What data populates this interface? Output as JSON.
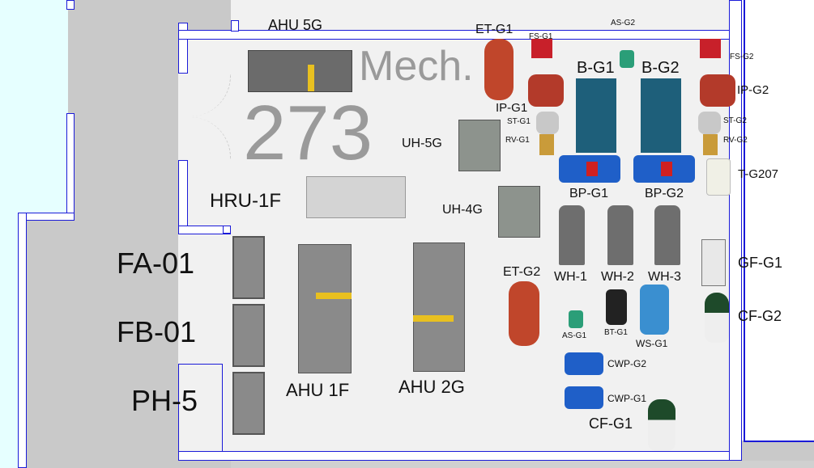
{
  "room": {
    "number": "273",
    "name": "Mech."
  },
  "panels": [
    {
      "label": "FA-01"
    },
    {
      "label": "FB-01"
    },
    {
      "label": "PH-5"
    }
  ],
  "equipment": {
    "ahu_5g": "AHU 5G",
    "hru_1f": "HRU-1F",
    "ahu_1f": "AHU 1F",
    "ahu_2g": "AHU 2G",
    "uh_5g": "UH-5G",
    "uh_4g": "UH-4G",
    "et_g1": "ET-G1",
    "et_g2": "ET-G2",
    "fs_g1": "FS-G1",
    "fs_g2": "FS-G2",
    "as_g1": "AS-G1",
    "as_g2": "AS-G2",
    "ip_g1": "IP-G1",
    "ip_g2": "IP-G2",
    "st_g1": "ST-G1",
    "st_g2": "ST-G2",
    "rv_g1": "RV-G1",
    "rv_g2": "RV-G2",
    "b_g1": "B-G1",
    "b_g2": "B-G2",
    "bp_g1": "BP-G1",
    "bp_g2": "BP-G2",
    "t_g207": "T-G207",
    "wh_1": "WH-1",
    "wh_2": "WH-2",
    "wh_3": "WH-3",
    "gf_g1": "GF-G1",
    "cf_g2": "CF-G2",
    "cf_g1": "CF-G1",
    "bt_g1": "BT-G1",
    "ws_g1": "WS-G1",
    "cwp_g1": "CWP-G1",
    "cwp_g2": "CWP-G2"
  },
  "colors": {
    "wall_line": "#1a1ad8",
    "exterior": "#e6ffff",
    "corridor": "#c9c9c9",
    "room": "#f1f1f1"
  }
}
